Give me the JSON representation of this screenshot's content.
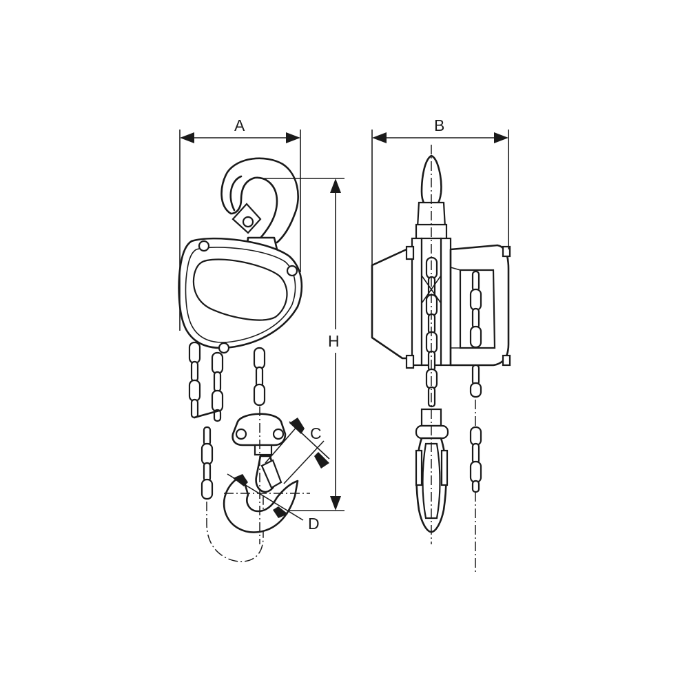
{
  "labels": {
    "A": "A",
    "B": "B",
    "C": "C",
    "D": "D",
    "H": "H"
  }
}
